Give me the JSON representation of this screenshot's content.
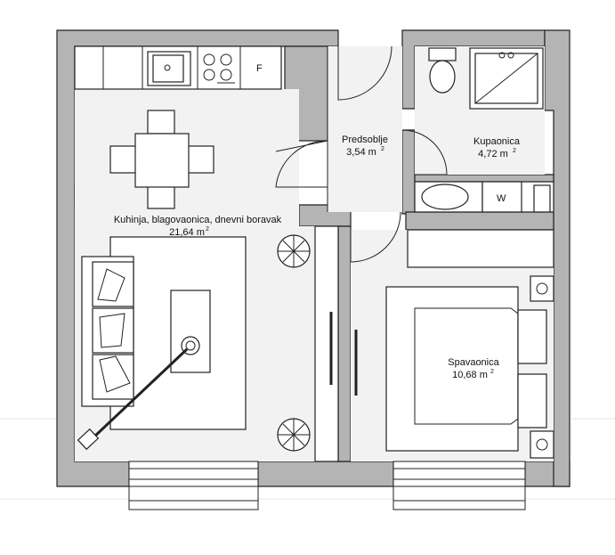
{
  "rooms": {
    "living": {
      "name": "Kuhinja, blagovaonica, dnevni boravak",
      "area": "21,64 m",
      "unit_sup": "2"
    },
    "hall": {
      "name": "Predsoblje",
      "area": "3,54 m",
      "unit_sup": "2"
    },
    "bath": {
      "name": "Kupaonica",
      "area": "4,72 m",
      "unit_sup": "2"
    },
    "bedroom": {
      "name": "Spavaonica",
      "area": "10,68 m",
      "unit_sup": "2"
    }
  },
  "appliances": {
    "fridge": "F",
    "washer": "W"
  }
}
